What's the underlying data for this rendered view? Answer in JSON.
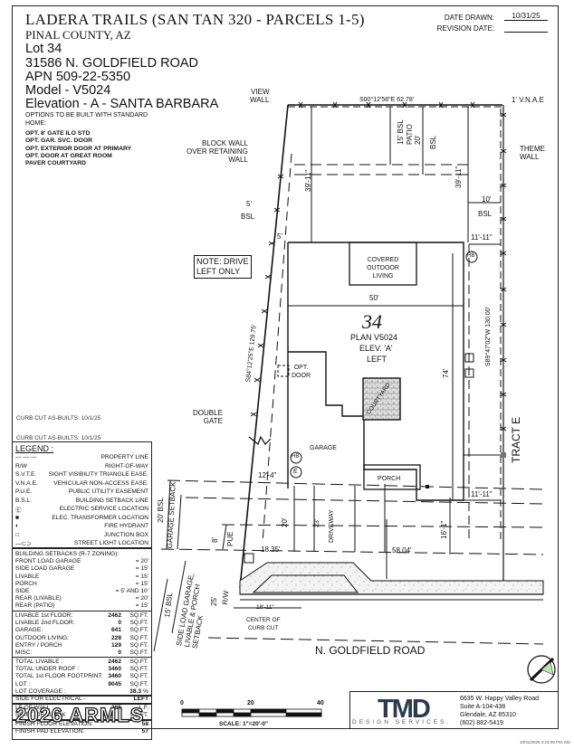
{
  "header": {
    "title": "LADERA TRAILS (SAN TAN 320 - PARCELS 1-5)",
    "county": "PINAL COUNTY, AZ",
    "lot": "Lot  34",
    "address": "31586 N. GOLDFIELD ROAD",
    "apn": "APN 509-22-5350",
    "model": "Model - V5024",
    "elevation": "Elevation - A - SANTA BARBARA",
    "options_heading": "OPTIONS TO BE BUILT WITH STANDARD HOME:",
    "options": [
      "OPT. 8' GATE ILO STD",
      "OPT. GAR. SVC. DOOR",
      "OPT. EXTERIOR DOOR AT PRIMARY",
      "OPT. DOOR AT GREAT ROOM",
      "PAVER COURTYARD"
    ],
    "date_drawn_label": "DATE DRAWN:",
    "date_drawn": "10/31/25",
    "revision_date_label": "REVISION DATE:",
    "revision_date": ""
  },
  "plan": {
    "view_wall": "VIEW\nWALL",
    "north_bearing": "S00°12'58\"E 62.78'",
    "vnae": "1' V.N.A.E",
    "theme_wall": "THEME\nWALL",
    "block_wall": "BLOCK WALL\nOVER RETAINING\nWALL",
    "bsl_15": "15' BSL",
    "patio_20": "PATIO\n20'",
    "bsl_label": "BSL",
    "dim_39_11_left": "39'-11\"",
    "dim_39_11_right": "39'-11\"",
    "side_5_bsl": "5'",
    "bsl_text": "BSL",
    "dim_5": "5'",
    "dim_10": "10'",
    "dim_11_11_top": "11'-11\"",
    "dim_11_11_bottom": "11'-11\"",
    "note": "NOTE: DRIVE\nLEFT ONLY",
    "covered_outdoor": "COVERED\nOUTDOOR\nLIVING",
    "dim_50": "50'",
    "lot_number": "34",
    "plan_label": "PLAN V5024",
    "elev_label": "ELEV. 'A'",
    "hand_label": "LEFT",
    "west_bearing": "S84°12'25\"E 129.75'",
    "east_bearing": "S89°47'02\"W 130.00'",
    "opt_door": "OPT.\nDOOR",
    "courtyard": "COURTYARD",
    "dim_74": "74'",
    "double_gate": "DOUBLE\nGATE",
    "hb": "HB",
    "e": "E",
    "garage": "GARAGE",
    "porch": "PORCH",
    "tract": "TRACT E",
    "dim_12_4": "12'-4\"",
    "bsl_20": "20' BSL",
    "garage_setback": "GARAGE SETBACK",
    "dim_20": "20'",
    "dim_23": "23'",
    "driveway": "DRIVEWAY",
    "dim_16_1": "16'-1\"",
    "dim_8": "8'",
    "pue": "PUE",
    "dim_18_35": "18.35'",
    "dim_58_04": "58.04'",
    "bsl_15_side": "15' BSL",
    "side_load": "SIDE LOAD GARAGE,\nLIVABLE & PORCH\nSETBACK",
    "dim_25": "25'",
    "rw": "R/W",
    "dim_18_11": "18'-11\"",
    "center_curb": "CENTER OF\nCURB CUT",
    "street": "N. GOLDFIELD ROAD"
  },
  "curb_cut": [
    "CURB CUT AS-BUILTS: 10/1/25",
    "CURB CUT AS-BUILTS: 10/1/25"
  ],
  "legend": {
    "heading": "LEGEND :",
    "items": [
      {
        "key": "— — —",
        "label": "PROPERTY LINE"
      },
      {
        "key": "R/W",
        "label": "RIGHT-OF-WAY"
      },
      {
        "key": "S.V.T.E.",
        "label": "SIGHT VISIBILITY TRIANGLE EASE."
      },
      {
        "key": "V.N.A.E.",
        "label": "VEHICULAR NON-ACCESS EASE."
      },
      {
        "key": "P.U.E.",
        "label": "PUBLIC UTILITY EASEMENT"
      },
      {
        "key": "B.S.L.",
        "label": "BUILDING SETBACK LINE"
      },
      {
        "key": "Ⓔ",
        "label": "ELECTRIC SERVICE LOCATION"
      },
      {
        "key": "■",
        "label": "ELEC. TRANSFORMER LOCATION"
      },
      {
        "key": "◐",
        "label": "FIRE HYDRANT"
      },
      {
        "key": "□",
        "label": "JUNCTION BOX"
      },
      {
        "key": "—⊂⊃",
        "label": "STREET LIGHT LOCATION"
      }
    ]
  },
  "setbacks": {
    "heading": "BUILDING SETBACKS (R-7 ZONING):",
    "rows": [
      {
        "label": "FRONT LOAD GARAGE",
        "value": "= 20'"
      },
      {
        "label": "SIDE LOAD GARAGE",
        "value": "= 15'"
      },
      {
        "label": "LIVABLE",
        "value": "= 15'"
      },
      {
        "label": "PORCH",
        "value": "= 15'"
      },
      {
        "label": "SIDE",
        "value": "= 5' AND 10'"
      },
      {
        "label": "REAR (LIVABLE)",
        "value": "= 20'"
      },
      {
        "label": "REAR (PATIO)",
        "value": "= 15'"
      }
    ]
  },
  "areas": [
    {
      "label": "LIVABLE 1st FLOOR:",
      "value": "2462",
      "unit": "SQ.FT."
    },
    {
      "label": "LIVABLE 2nd FLOOR:",
      "value": "0",
      "unit": "SQ.FT."
    },
    {
      "label": "GARAGE:",
      "value": "641",
      "unit": "SQ.FT."
    },
    {
      "label": "OUTDOOR LIVING:",
      "value": "228",
      "unit": "SQ.FT."
    },
    {
      "label": "ENTRY / PORCH",
      "value": "129",
      "unit": "SQ.FT."
    },
    {
      "label": "MISC:",
      "value": "0",
      "unit": "SQ.FT."
    }
  ],
  "totals": [
    {
      "label": "TOTAL LIVABLE :",
      "value": "2462",
      "unit": "SQ.FT."
    },
    {
      "label": "TOTAL UNDER ROOF :",
      "value": "3460",
      "unit": "SQ.FT."
    },
    {
      "label": "TOTAL 1st FLOOR FOOTPRINT:",
      "value": "3460",
      "unit": "SQ.FT."
    },
    {
      "label": "LOT :",
      "value": "9045",
      "unit": "SQ.FT."
    },
    {
      "label": "LOT COVERAGE :",
      "value": "38.3",
      "unit": "%"
    }
  ],
  "electrical": {
    "label": "SIDE FOR ELECTRICAL -",
    "value": "LEFT"
  },
  "wall": [
    {
      "label": "LF OF WALL",
      "value": "285",
      "unit": "L.F."
    },
    {
      "label": "SQ.FT. OF BLOCK",
      "value": "5",
      "unit": "SQ.FT."
    }
  ],
  "elevations": [
    {
      "label": "FINISH FLOOR ELEVATION:",
      "value": "58"
    },
    {
      "label": "FINISH PAD ELEVATION:",
      "value": "57"
    }
  ],
  "scale": {
    "ticks": [
      "0",
      "20",
      "40"
    ],
    "label": "SCALE:  1\"=20'-0\""
  },
  "company": {
    "logo": "TMD",
    "tagline": "DESIGN SERVICES",
    "address": [
      "6635 W. Happy Valley Road",
      "Suite A-104-438",
      "Glendale, AZ 85310",
      "(602) 882-5419"
    ]
  },
  "watermark": "2026 ARMLS",
  "print_stamp": "10/31/2025 4:23:09 PM, MS"
}
